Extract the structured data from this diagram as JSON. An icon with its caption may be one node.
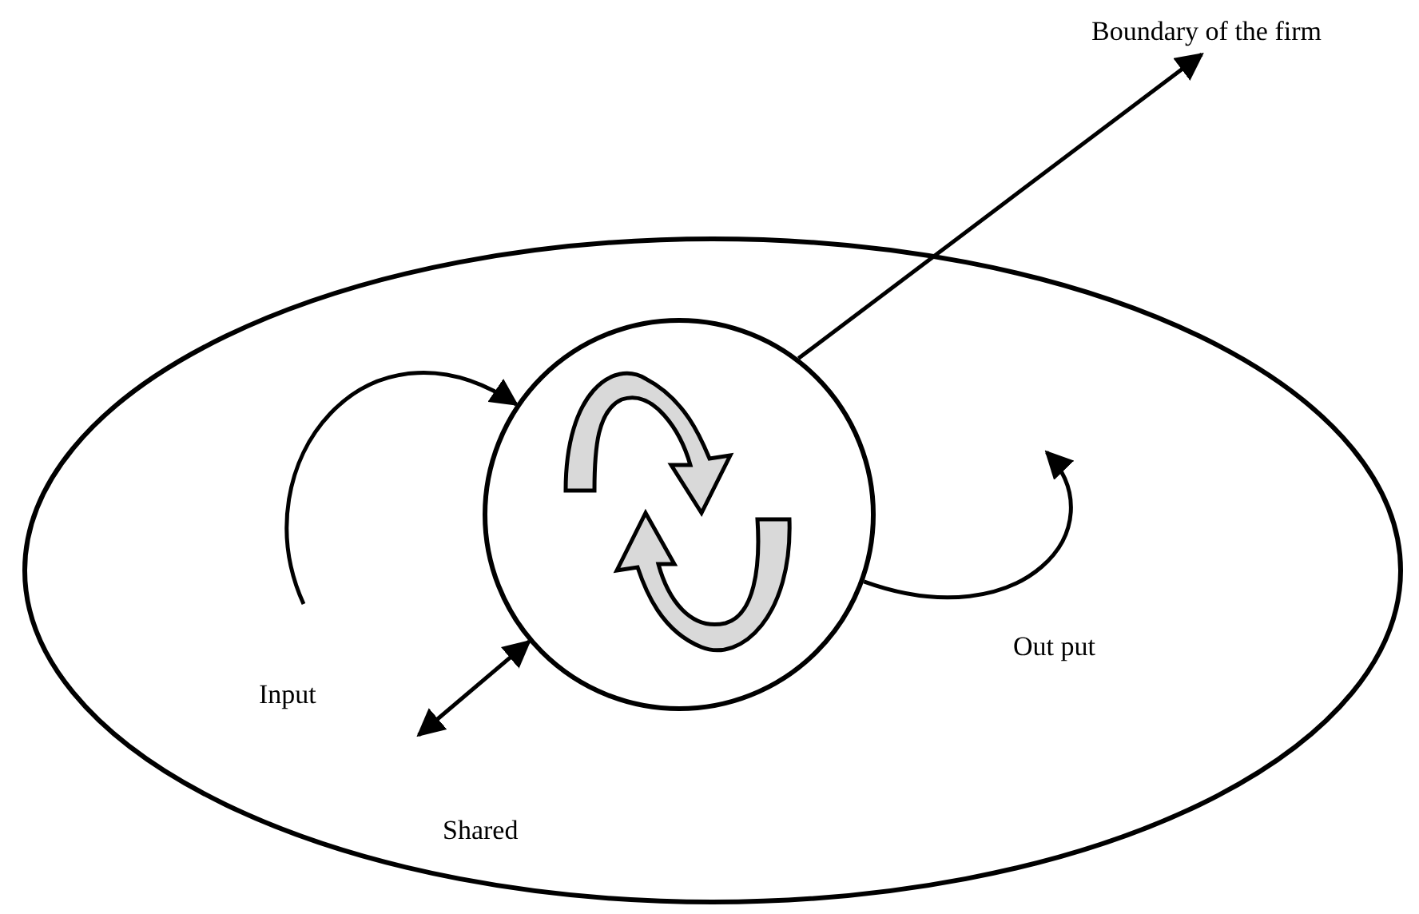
{
  "diagram": {
    "nodes": [
      {
        "text": [],
        "shape": "ellipse"
      },
      {
        "text": [],
        "shape": "circle",
        "in": 0
      },
      {
        "text": [
          "Boundary of the firm"
        ]
      }
    ],
    "edges": [
      {
        "from": 1,
        "to": 2,
        "arrow": "to"
      },
      {
        "from": null,
        "to": 1,
        "arrow": "to",
        "label": "Input"
      },
      {
        "from": 1,
        "to": null,
        "arrow": "to",
        "label": "Out put"
      },
      {
        "from": null,
        "to": 1,
        "arrow": "both",
        "label": "Shared"
      }
    ]
  }
}
